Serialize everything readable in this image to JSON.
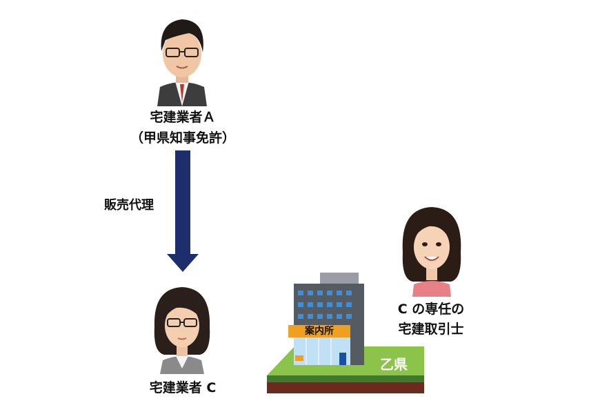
{
  "dealer_a": {
    "name": "宅建業者Ａ",
    "license": "（甲県知事免許）"
  },
  "relation": {
    "label": "販売代理"
  },
  "dealer_c": {
    "name": "宅建業者 C"
  },
  "agent": {
    "line1": "C の専任の",
    "line2": "宅建取引士"
  },
  "office": {
    "sign": "案内所",
    "prefecture": "乙県"
  },
  "colors": {
    "arrow": "#1c2e6b",
    "grass": "#8cc34a",
    "grass_dark": "#3f7a2a",
    "soil": "#6a2b1f",
    "sign": "#f0a020",
    "building": "#555b63"
  },
  "icons": [
    "male-avatar-icon",
    "arrow-down-icon",
    "female-avatar-icon",
    "building-icon"
  ]
}
